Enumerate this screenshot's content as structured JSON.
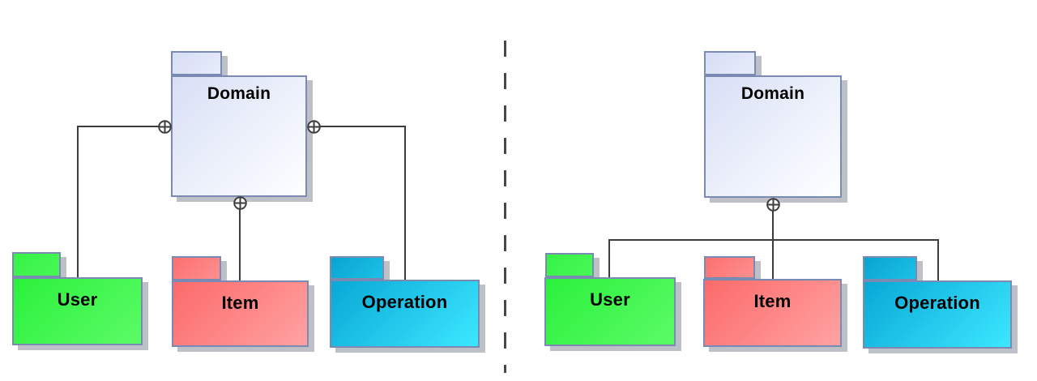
{
  "diagram_type": "uml-package-containment-comparison",
  "panels": [
    {
      "side": "left",
      "style": "separate containment links (three circle-plus anchors)",
      "root": {
        "label": "Domain"
      },
      "children": [
        {
          "label": "User"
        },
        {
          "label": "Item"
        },
        {
          "label": "Operation"
        }
      ]
    },
    {
      "side": "right",
      "style": "merged containment tree (single circle-plus anchor)",
      "root": {
        "label": "Domain"
      },
      "children": [
        {
          "label": "User"
        },
        {
          "label": "Item"
        },
        {
          "label": "Operation"
        }
      ]
    }
  ],
  "icons": {
    "containment_anchor": "⊕"
  },
  "colors": {
    "background": "#ffffff",
    "package_border": "#7b8ab2",
    "domain_fill": "#dce3f7",
    "user_fill": "#3bf24b",
    "item_fill": "#fd7c7c",
    "operation_fill": "#12b9e2",
    "connector": "#3d3d3d",
    "divider": "#4a4a4a",
    "shadow": "#9aa0ab",
    "label_text": "#000000"
  }
}
